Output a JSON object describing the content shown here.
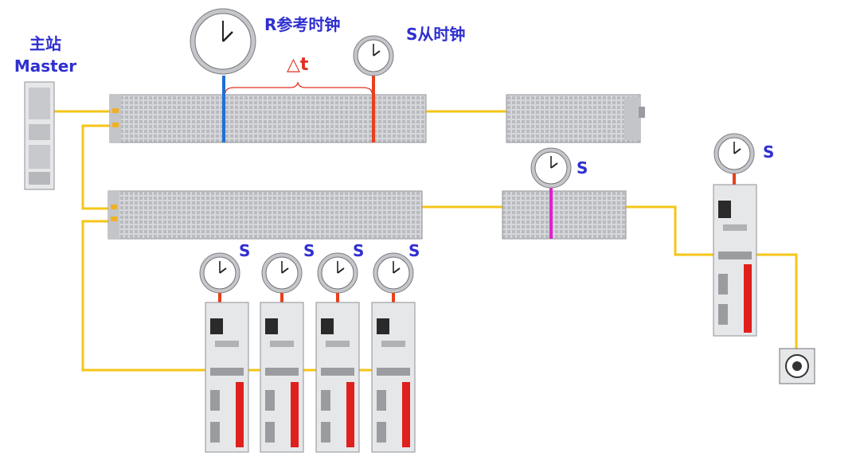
{
  "labels": {
    "master_cn": "主站",
    "master_en": "Master",
    "ref_clock": "R参考时钟",
    "slave_clock": "S从时钟",
    "delta_t": "△t",
    "slave_tag": "S"
  },
  "colors": {
    "label_blue": "#2f2fd0",
    "delta_red": "#e03020",
    "cable": "#f5c518",
    "ref_line": "#1f6fd6",
    "slave_line": "#e8401c",
    "magenta_line": "#e020d0",
    "module_fill": "#d9dadd",
    "module_dark": "#9a9ca0",
    "drive_red": "#e0201c"
  },
  "icons": [
    "clock-icon",
    "motor-icon",
    "brace-icon"
  ]
}
